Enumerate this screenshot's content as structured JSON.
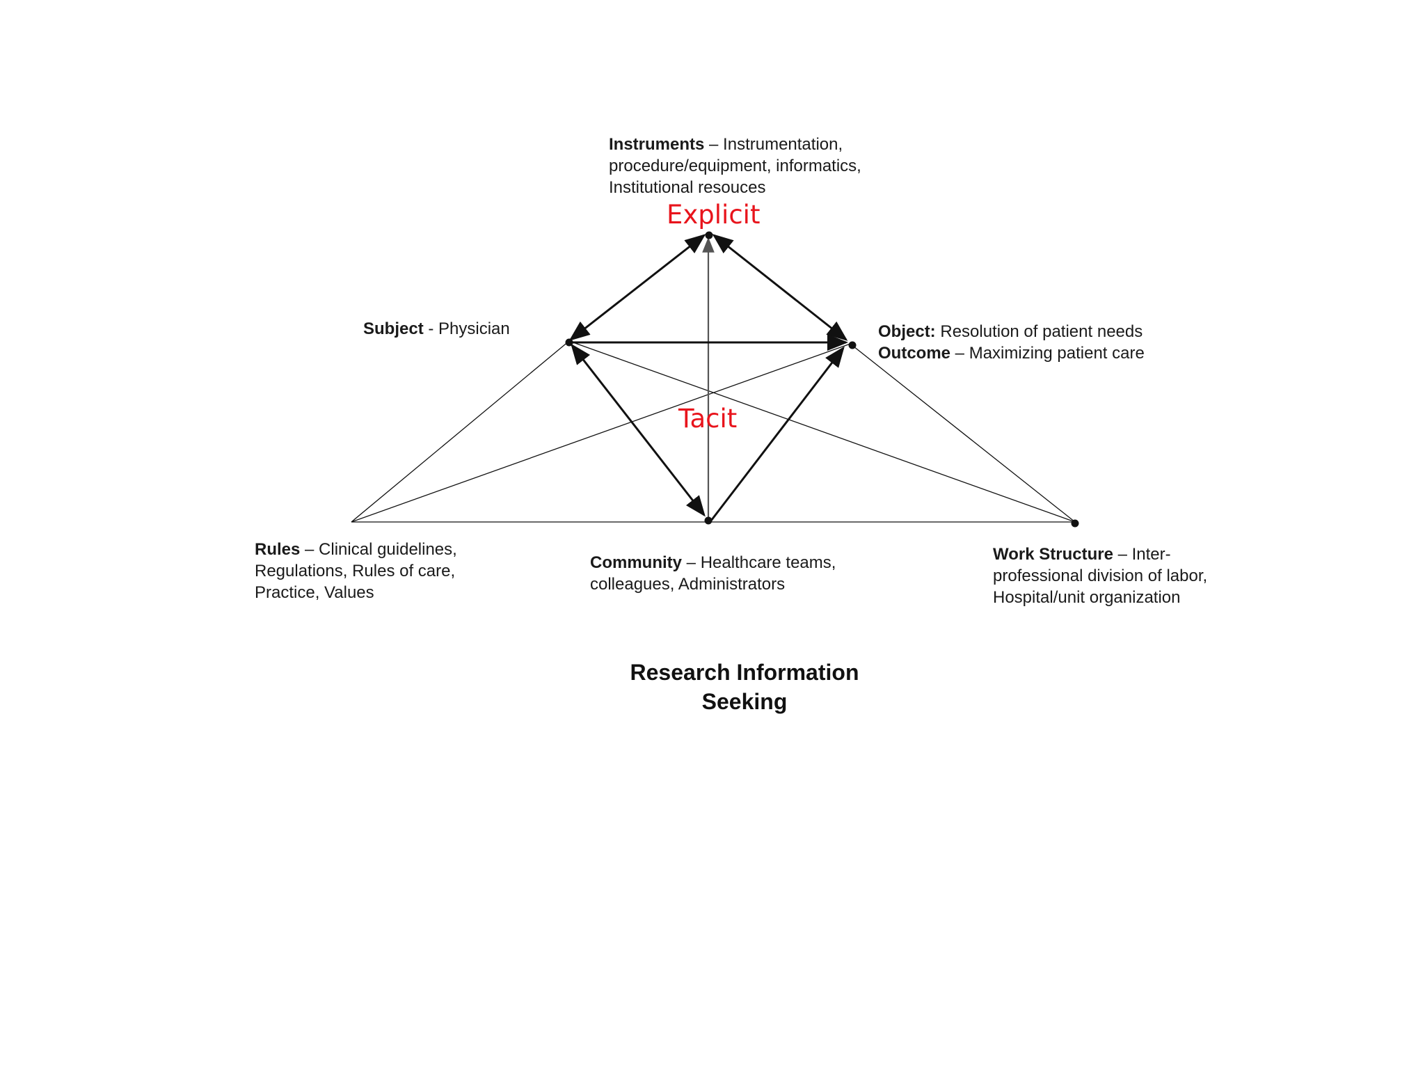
{
  "nodes": {
    "instruments": {
      "term": "Instruments",
      "separator": " – ",
      "lines": [
        "Instrumentation,",
        "procedure/equipment, informatics,",
        "Institutional resouces"
      ]
    },
    "subject": {
      "term": "Subject",
      "separator": " - ",
      "lines": [
        "Physician"
      ]
    },
    "object": {
      "term": "Object:",
      "separator": " ",
      "text": "Resolution of patient needs"
    },
    "outcome": {
      "term": "Outcome",
      "separator": " – ",
      "text": "Maximizing patient care"
    },
    "rules": {
      "term": "Rules",
      "separator": " – ",
      "lines": [
        "Clinical guidelines,",
        "Regulations, Rules of care,",
        "Practice, Values"
      ]
    },
    "community": {
      "term": "Community",
      "separator": " – ",
      "lines": [
        "Healthcare teams,",
        "colleagues, Administrators"
      ]
    },
    "work_structure": {
      "term": "Work Structure",
      "separator": " – ",
      "lines": [
        "Inter-",
        "professional division of labor,",
        "Hospital/unit organization"
      ]
    }
  },
  "annotations": {
    "explicit": "Explicit",
    "tacit": "Tacit"
  },
  "title": {
    "line1": "Research Information",
    "line2": "Seeking"
  },
  "colors": {
    "annotation_red": "#e8141c",
    "line": "#111111",
    "center_line": "#555555"
  }
}
